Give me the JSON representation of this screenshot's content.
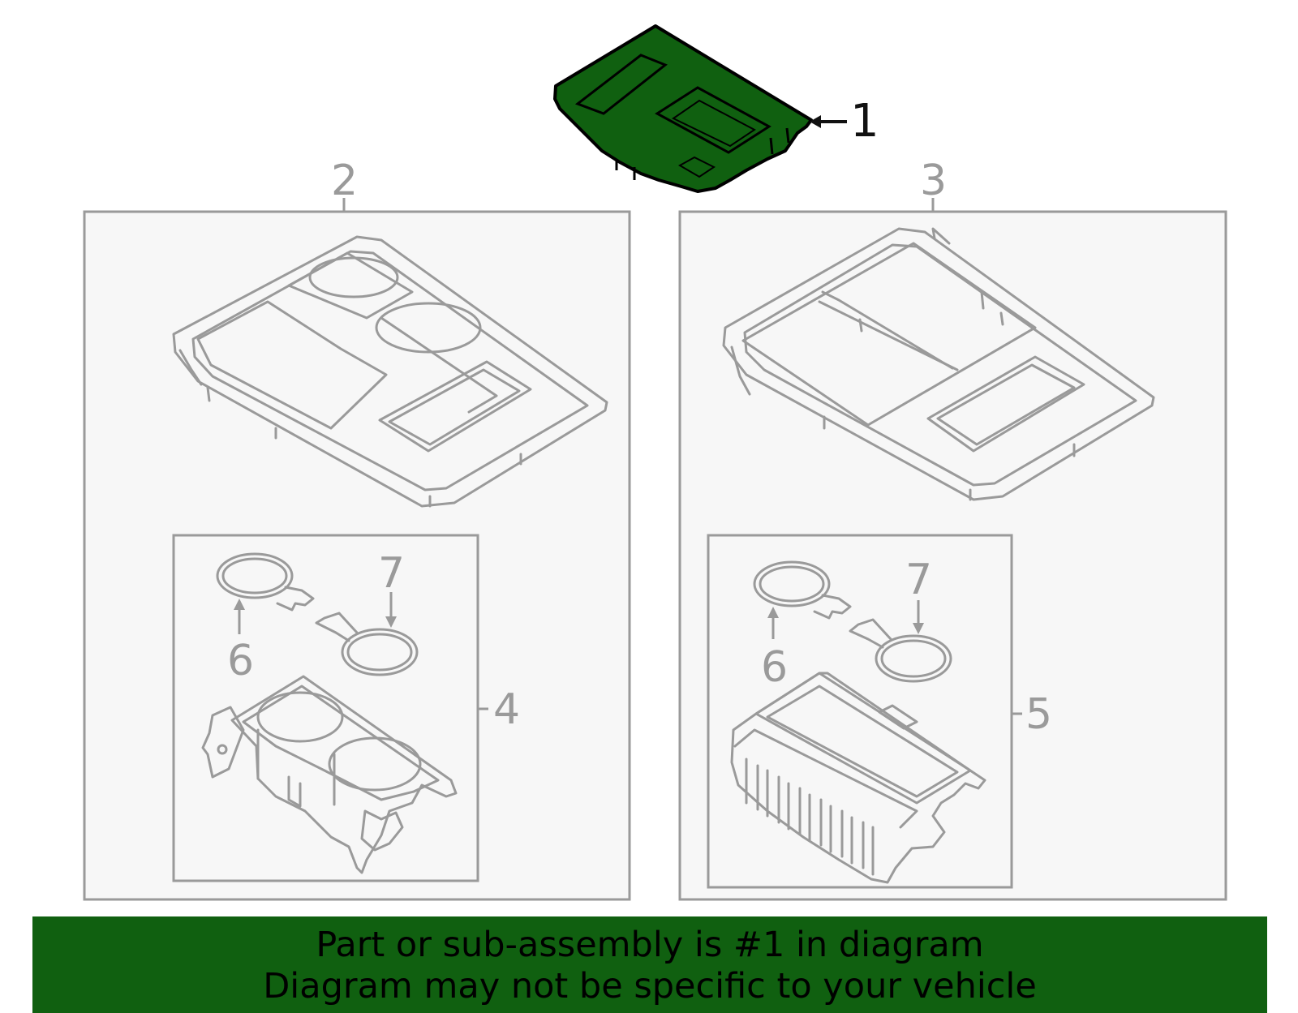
{
  "colors": {
    "highlight": "#106010",
    "line": "#9a9a9a",
    "panel": "#f7f7f7"
  },
  "callouts": {
    "c1": "1",
    "c2": "2",
    "c3": "3",
    "c4": "4",
    "c5": "5",
    "c6a": "6",
    "c6b": "6",
    "c7a": "7",
    "c7b": "7"
  },
  "banner": {
    "line1": "Part or sub-assembly is #1 in diagram",
    "line2": "Diagram may not be specific to your vehicle"
  }
}
